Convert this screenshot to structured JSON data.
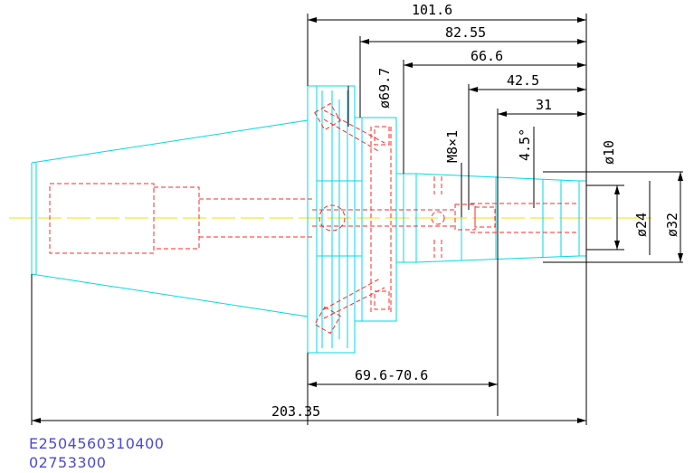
{
  "colors": {
    "outline": "#00d8e6",
    "hidden": "#ff2a2a",
    "centerline": "#f0e000",
    "dimension": "#000000",
    "code_text": "#4a4ad8"
  },
  "dimensions": {
    "d_101_6": "101.6",
    "d_82_55": "82.55",
    "d_66_6": "66.6",
    "d_42_5": "42.5",
    "d_31": "31",
    "dia_69_7": "ø69.7",
    "thread_m8": "M8×1",
    "angle_4_5": "4.5°",
    "dia_10": "ø10",
    "dia_24": "ø24",
    "dia_32": "ø32",
    "d_69_6_70_6": "69.6-70.6",
    "d_203_35": "203.35"
  },
  "codes": {
    "line1": "E2504560310400",
    "line2": "02753300"
  }
}
